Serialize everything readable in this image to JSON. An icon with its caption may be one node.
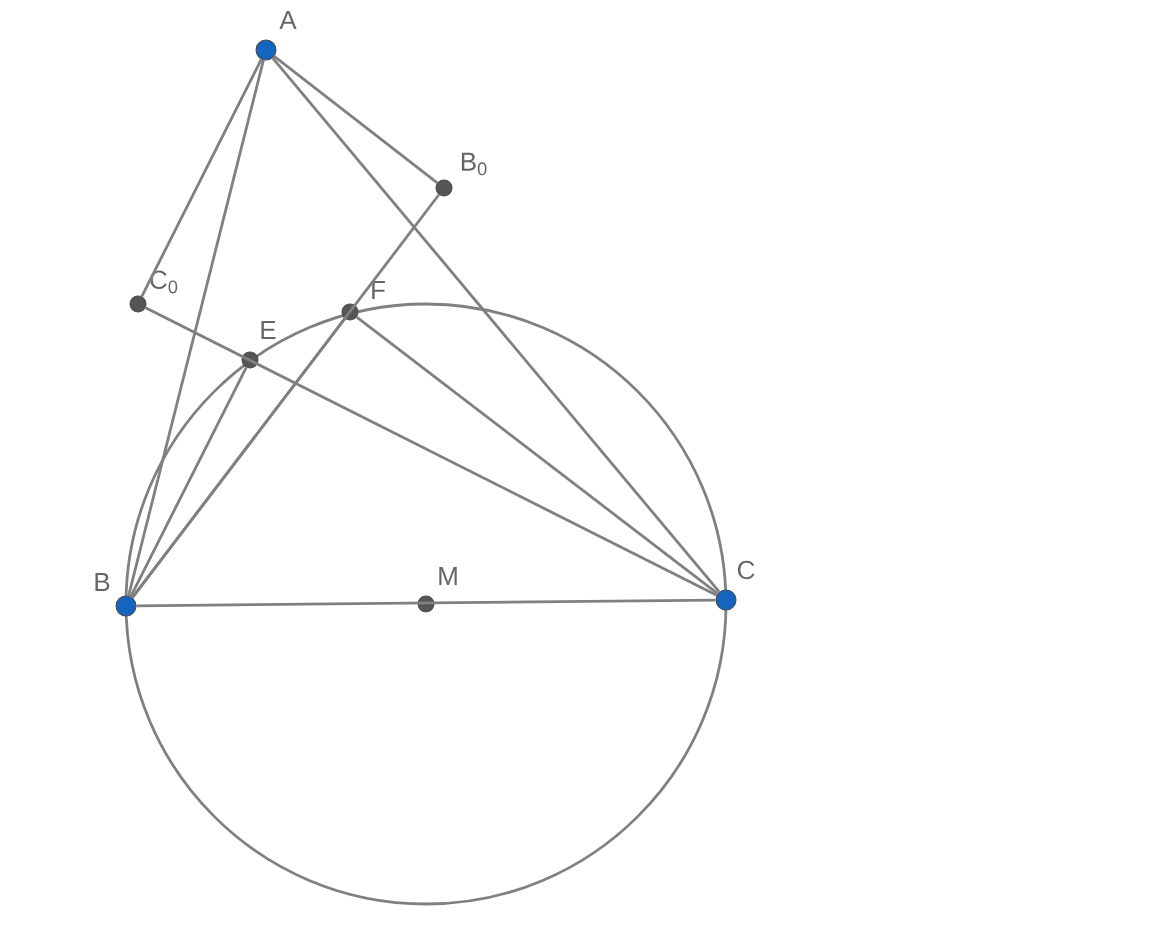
{
  "diagram": {
    "nodes": [
      {
        "text": [
          "A"
        ]
      },
      {
        "text": [
          "B$_{0}$"
        ]
      },
      {
        "text": [
          "C$_{0}$"
        ]
      },
      {
        "text": [
          "F"
        ]
      },
      {
        "text": [
          "E"
        ]
      },
      {
        "text": [
          "B"
        ]
      },
      {
        "text": [
          "M"
        ]
      },
      {
        "text": [
          "C"
        ]
      }
    ],
    "edges": [
      {
        "from": 0,
        "to": 5,
        "arrow": "none"
      },
      {
        "from": 0,
        "to": 7,
        "arrow": "none"
      },
      {
        "from": 0,
        "to": 1,
        "arrow": "none"
      },
      {
        "from": 0,
        "to": 2,
        "arrow": "none"
      },
      {
        "from": 2,
        "to": 7,
        "arrow": "none"
      },
      {
        "from": 1,
        "to": 5,
        "arrow": "none"
      },
      {
        "from": 5,
        "to": 4,
        "arrow": "none"
      },
      {
        "from": 5,
        "to": 3,
        "arrow": "none"
      },
      {
        "from": 3,
        "to": 7,
        "arrow": "none"
      },
      {
        "from": 5,
        "to": 7,
        "arrow": "none"
      }
    ]
  }
}
